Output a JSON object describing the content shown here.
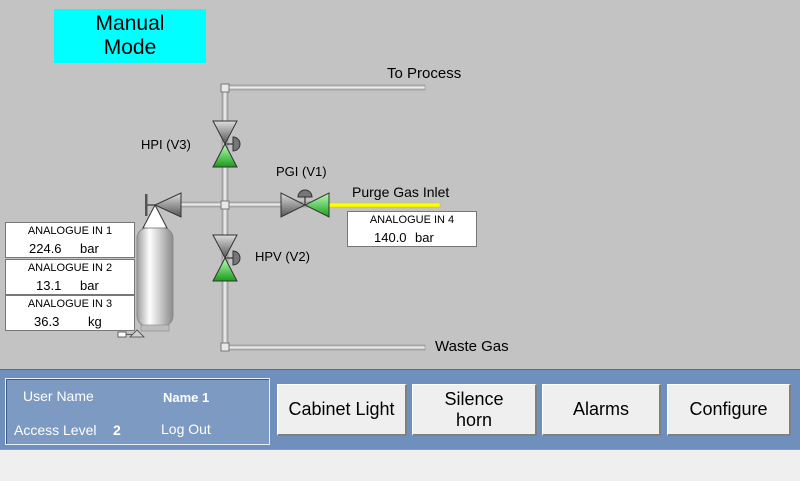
{
  "mode_banner": {
    "line1": "Manual",
    "line2": "Mode"
  },
  "diagram": {
    "to_process_label": "To Process",
    "waste_gas_label": "Waste Gas",
    "purge_gas_inlet_label": "Purge Gas Inlet",
    "valves": {
      "hpi": "HPI (V3)",
      "pgi": "PGI (V1)",
      "hpv": "HPV (V2)"
    },
    "purge_line_color": "#ffff00",
    "valve_open_color": "#22cc22"
  },
  "analogue": [
    {
      "title": "ANALOGUE  IN 1",
      "value": "224.6",
      "unit": "bar"
    },
    {
      "title": "ANALOGUE IN 2",
      "value": "13.1",
      "unit": "bar"
    },
    {
      "title": "ANALOGUE IN 3",
      "value": "36.3",
      "unit": "kg"
    },
    {
      "title": "ANALOGUE IN 4",
      "value": "140.0",
      "unit": "bar"
    }
  ],
  "user_panel": {
    "user_name_label": "User Name",
    "user_name_value": "Name 1",
    "access_level_label": "Access Level",
    "access_level_value": "2",
    "logout_label": "Log Out"
  },
  "buttons": {
    "cabinet_light": "Cabinet Light",
    "silence_horn_line1": "Silence",
    "silence_horn_line2": "horn",
    "alarms": "Alarms",
    "configure": "Configure"
  }
}
